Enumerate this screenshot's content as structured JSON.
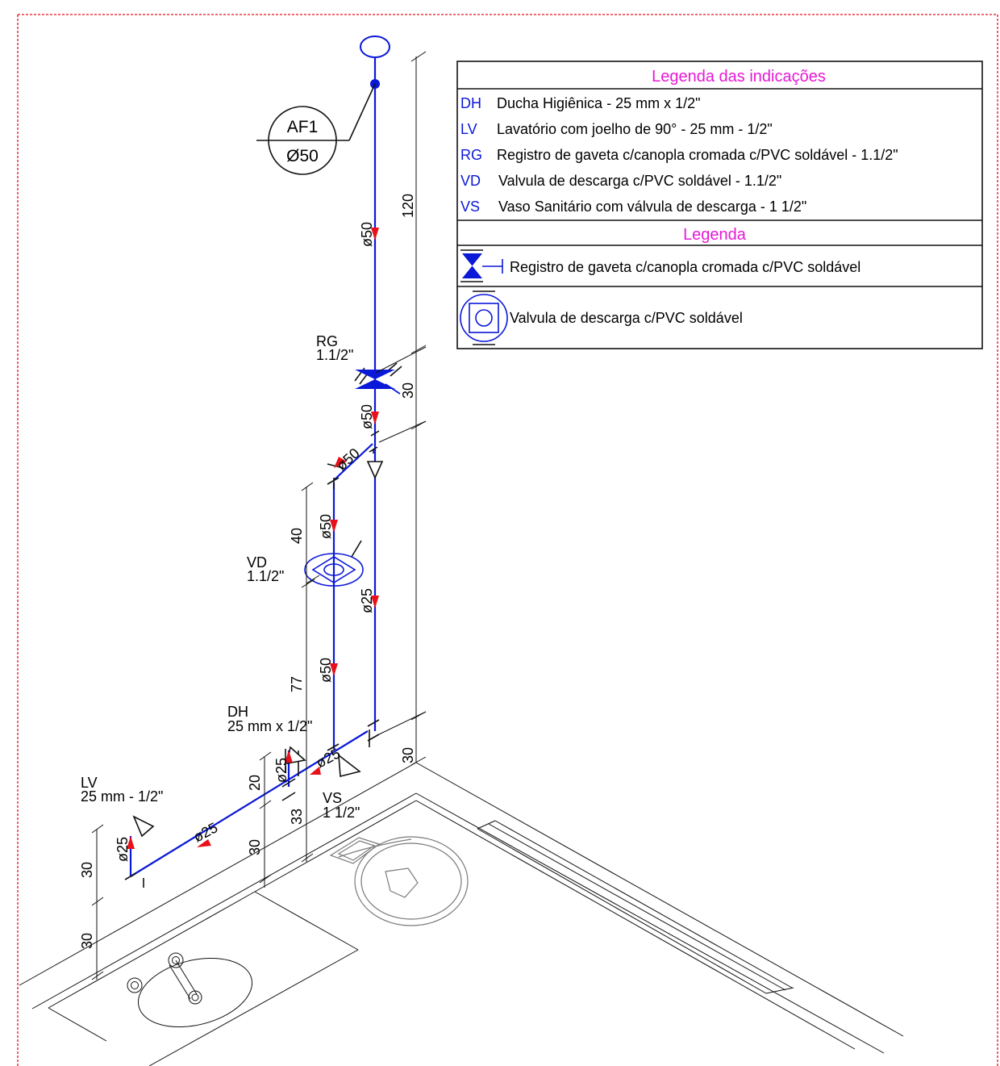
{
  "colors": {
    "pipe": "#0a18d8",
    "arrow": "#e8101a",
    "border": "#e8101a",
    "header": "#e619d6",
    "code": "#0a18d8",
    "fixture": "#7a7a7a"
  },
  "tag": {
    "top": "AF1",
    "bottom": "Ø50"
  },
  "legend_table": {
    "title": "Legenda das indicações",
    "rows": [
      {
        "code": "DH",
        "text": "Ducha Higiênica - 25 mm x 1/2\""
      },
      {
        "code": "LV",
        "text": "Lavatório com joelho de 90° - 25 mm - 1/2\""
      },
      {
        "code": "RG",
        "text": "Registro de gaveta c/canopla cromada c/PVC soldável - 1.1/2\""
      },
      {
        "code": "VD",
        "text": "Valvula de descarga c/PVC  soldável - 1.1/2\""
      },
      {
        "code": "VS",
        "text": "Vaso Sanitário com válvula de descarga - 1 1/2\""
      }
    ],
    "subtitle": "Legenda",
    "symbols": [
      {
        "icon": "gate-valve-icon",
        "text": "Registro de gaveta c/canopla cromada c/PVC soldável"
      },
      {
        "icon": "flush-valve-icon",
        "text": "Valvula de descarga c/PVC  soldável"
      }
    ]
  },
  "fixtures": {
    "rg": {
      "code": "RG",
      "size": "1.1/2\""
    },
    "vd": {
      "code": "VD",
      "size": "1.1/2\""
    },
    "dh": {
      "code": "DH",
      "size": "25 mm x 1/2\""
    },
    "lv": {
      "code": "LV",
      "size": "25 mm - 1/2\""
    },
    "vs": {
      "code": "VS",
      "size": "1 1/2\""
    }
  },
  "pipe_labels": {
    "main_upper": "ø50",
    "main_lower": "ø50",
    "branch_diag": "ø50",
    "vd_upper": "ø50",
    "vd_lower": "ø50",
    "right_riser": "ø25",
    "dh_riser": "ø25",
    "diag_small": "ø25",
    "lv_run": "ø25",
    "lv_riser": "ø25"
  },
  "dimensions": {
    "d120": "120",
    "d30_rg": "30",
    "d40": "40",
    "d77": "77",
    "d30_corner": "30",
    "d20": "20",
    "d33": "33",
    "d30_mid": "30",
    "d30_lv": "30",
    "d30_floor": "30"
  }
}
